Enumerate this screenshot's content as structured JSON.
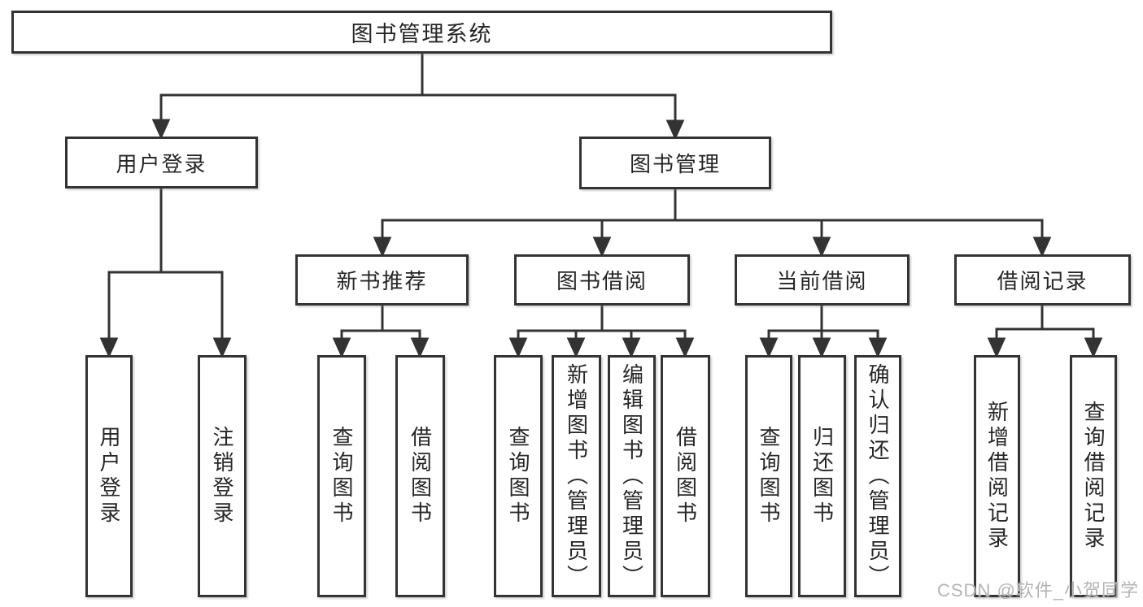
{
  "diagram": {
    "root": {
      "label": "图书管理系统"
    },
    "branches": [
      {
        "label": "用户登录",
        "children": [
          {
            "label": "用户登录"
          },
          {
            "label": "注销登录"
          }
        ]
      },
      {
        "label": "图书管理",
        "children": [
          {
            "label": "新书推荐",
            "children": [
              {
                "label": "查询图书"
              },
              {
                "label": "借阅图书"
              }
            ]
          },
          {
            "label": "图书借阅",
            "children": [
              {
                "label": "查询图书"
              },
              {
                "label": "新增图书（管理员）"
              },
              {
                "label": "编辑图书（管理员）"
              },
              {
                "label": "借阅图书"
              }
            ]
          },
          {
            "label": "当前借阅",
            "children": [
              {
                "label": "查询图书"
              },
              {
                "label": "归还图书"
              },
              {
                "label": "确认归还（管理员）"
              }
            ]
          },
          {
            "label": "借阅记录",
            "children": [
              {
                "label": "新增借阅记录"
              },
              {
                "label": "查询借阅记录"
              }
            ]
          }
        ]
      }
    ]
  },
  "watermark": {
    "text": "CSDN @软件_小贺同学"
  },
  "colors": {
    "line": "#333333",
    "text": "#262626",
    "background": "#ffffff",
    "watermark": "#b4b4b4"
  }
}
